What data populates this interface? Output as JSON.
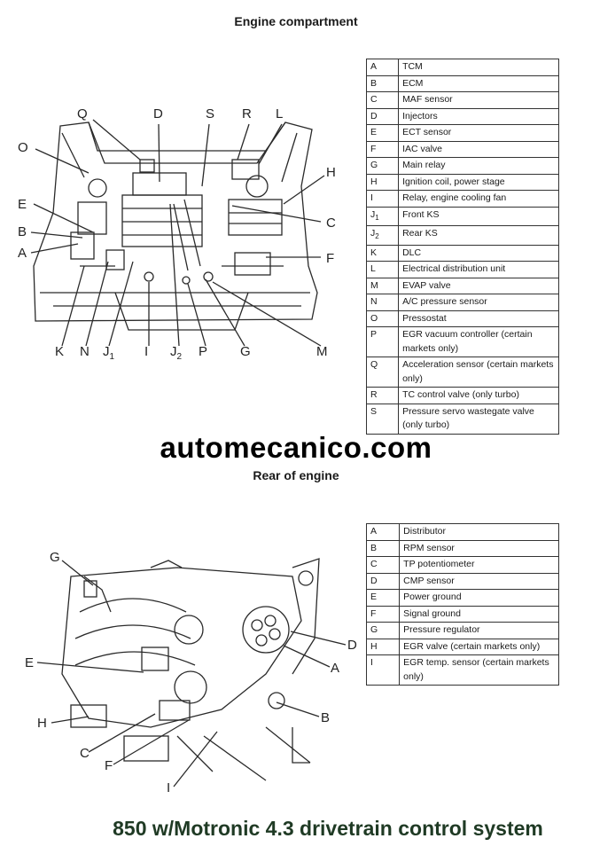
{
  "header": {
    "title": "Engine compartment",
    "rear_title": "Rear of engine"
  },
  "watermark": "automecanico.com",
  "footer": {
    "title": "850 w/Motronic 4.3 drivetrain control system"
  },
  "engine_legend": [
    {
      "key": "A",
      "label": "TCM"
    },
    {
      "key": "B",
      "label": "ECM"
    },
    {
      "key": "C",
      "label": "MAF sensor"
    },
    {
      "key": "D",
      "label": "Injectors"
    },
    {
      "key": "E",
      "label": "ECT sensor"
    },
    {
      "key": "F",
      "label": "IAC valve"
    },
    {
      "key": "G",
      "label": "Main relay"
    },
    {
      "key": "H",
      "label": "Ignition coil, power stage"
    },
    {
      "key": "I",
      "label": "Relay, engine cooling fan"
    },
    {
      "key": "J1",
      "label": "Front KS"
    },
    {
      "key": "J2",
      "label": "Rear KS"
    },
    {
      "key": "K",
      "label": "DLC"
    },
    {
      "key": "L",
      "label": "Electrical distribution unit"
    },
    {
      "key": "M",
      "label": "EVAP valve"
    },
    {
      "key": "N",
      "label": "A/C pressure sensor"
    },
    {
      "key": "O",
      "label": "Pressostat"
    },
    {
      "key": "P",
      "label": "EGR vacuum controller (certain markets only)"
    },
    {
      "key": "Q",
      "label": "Acceleration sensor (certain markets only)"
    },
    {
      "key": "R",
      "label": "TC control valve (only turbo)"
    },
    {
      "key": "S",
      "label": "Pressure servo wastegate valve (only turbo)"
    }
  ],
  "rear_legend": [
    {
      "key": "A",
      "label": "Distributor"
    },
    {
      "key": "B",
      "label": "RPM sensor"
    },
    {
      "key": "C",
      "label": "TP potentiometer"
    },
    {
      "key": "D",
      "label": "CMP sensor"
    },
    {
      "key": "E",
      "label": "Power ground"
    },
    {
      "key": "F",
      "label": "Signal ground"
    },
    {
      "key": "G",
      "label": "Pressure regulator"
    },
    {
      "key": "H",
      "label": "EGR valve (certain markets only)"
    },
    {
      "key": "I",
      "label": "EGR temp. sensor (certain markets only)"
    }
  ],
  "engine_callouts": {
    "Q": "Q",
    "D": "D",
    "S": "S",
    "R": "R",
    "L": "L",
    "O": "O",
    "H": "H",
    "E": "E",
    "B": "B",
    "A": "A",
    "C": "C",
    "F": "F",
    "K": "K",
    "N": "N",
    "J": "J",
    "J_sub1": "1",
    "I": "I",
    "J2": "J",
    "J_sub2": "2",
    "P": "P",
    "G": "G",
    "M": "M"
  },
  "rear_callouts": {
    "G": "G",
    "D": "D",
    "E": "E",
    "A": "A",
    "B": "B",
    "H": "H",
    "C": "C",
    "F": "F",
    "I": "I"
  }
}
